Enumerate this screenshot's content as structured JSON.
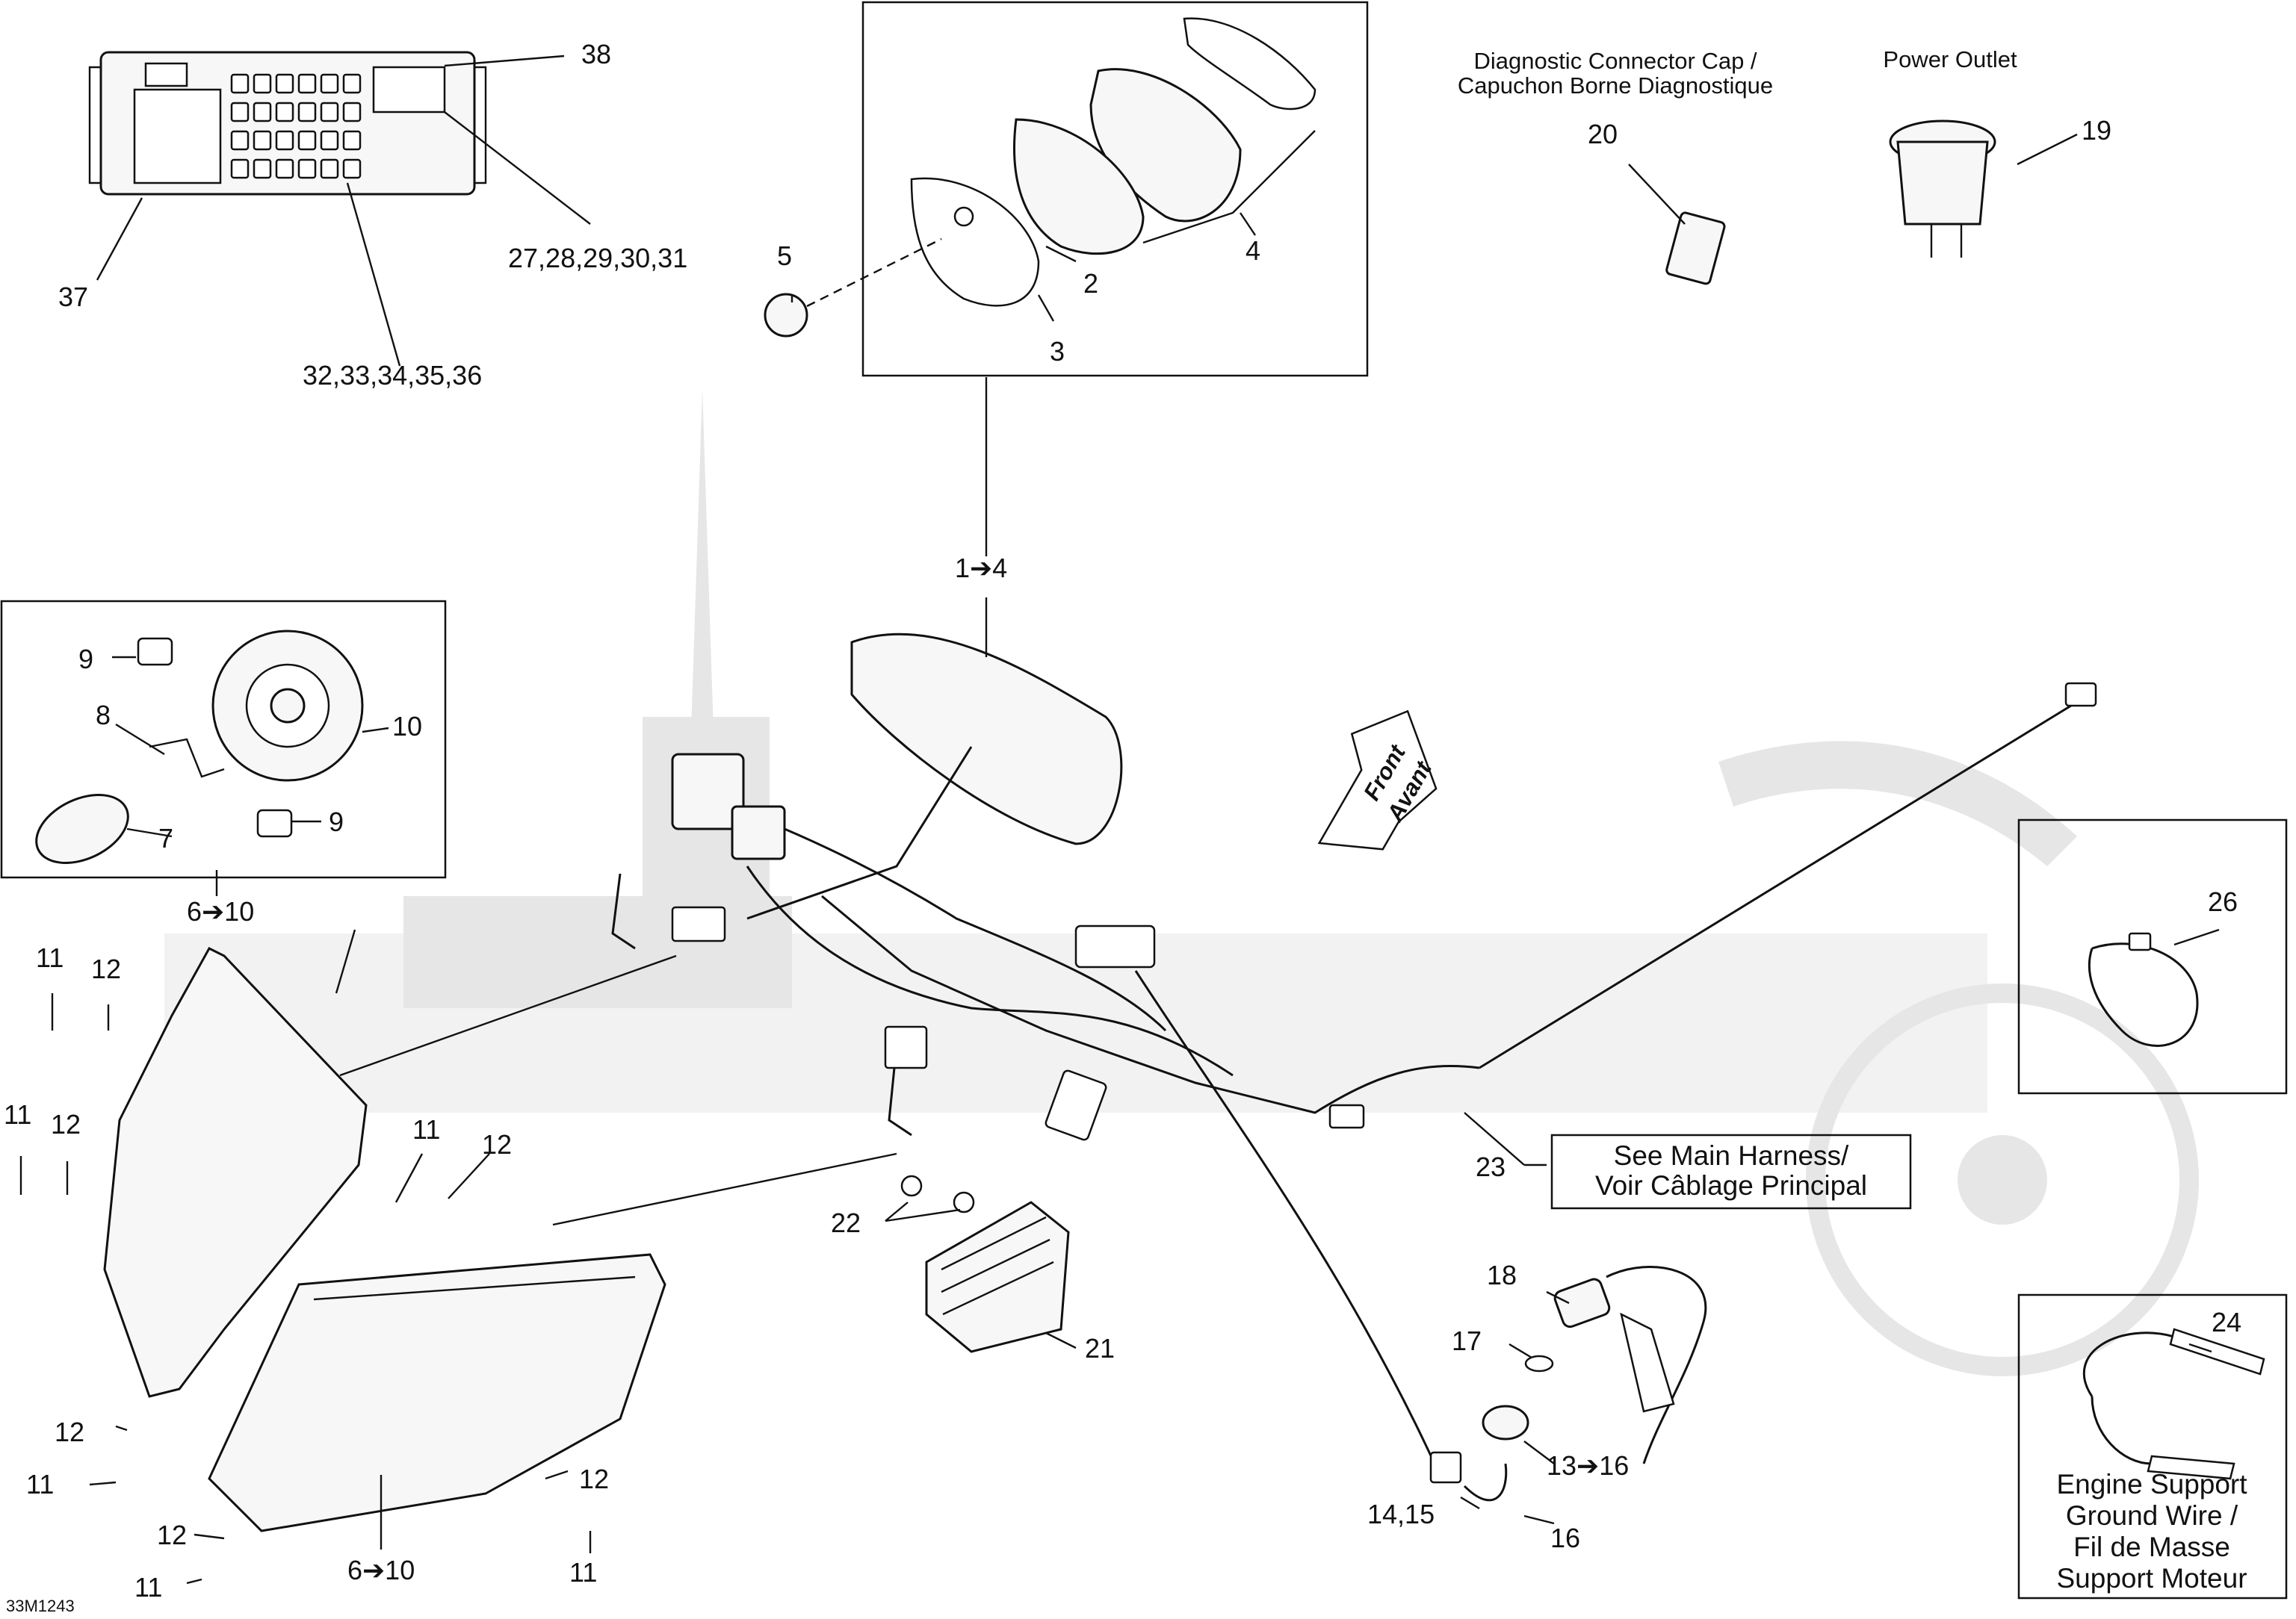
{
  "diagram_code": "33M1243",
  "labels": {
    "l1_4": "1➔4",
    "l2": "2",
    "l3": "3",
    "l4": "4",
    "l5": "5",
    "l6_10_top": "6➔10",
    "l6_10_bottom": "6➔10",
    "l7": "7",
    "l8": "8",
    "l9_top": "9",
    "l9_bottom": "9",
    "l10": "10",
    "l11_a": "11",
    "l11_b": "11",
    "l11_c": "11",
    "l11_d": "11",
    "l11_e": "11",
    "l11_f": "11",
    "l12_a": "12",
    "l12_b": "12",
    "l12_c": "12",
    "l12_d": "12",
    "l12_e": "12",
    "l12_f": "12",
    "l13_16": "13➔16",
    "l14_15": "14,15",
    "l16": "16",
    "l17": "17",
    "l18": "18",
    "l19": "19",
    "l20": "20",
    "l21": "21",
    "l22": "22",
    "l23": "23",
    "l24": "24",
    "l26": "26",
    "l27_31": "27,28,29,30,31",
    "l32_36": "32,33,34,35,36",
    "l37": "37",
    "l38": "38"
  },
  "notes": {
    "diag_cap_line1": "Diagnostic Connector Cap /",
    "diag_cap_line2": "Capuchon Borne Diagnostique",
    "power_outlet": "Power Outlet",
    "main_harness_line1": "See Main Harness/",
    "main_harness_line2": "Voir Câblage Principal",
    "ground_wire_line1": "Engine Support",
    "ground_wire_line2": "Ground Wire /",
    "ground_wire_line3": "Fil de Masse",
    "ground_wire_line4": "Support Moteur",
    "front_line1": "Front",
    "front_line2": "Avant"
  }
}
